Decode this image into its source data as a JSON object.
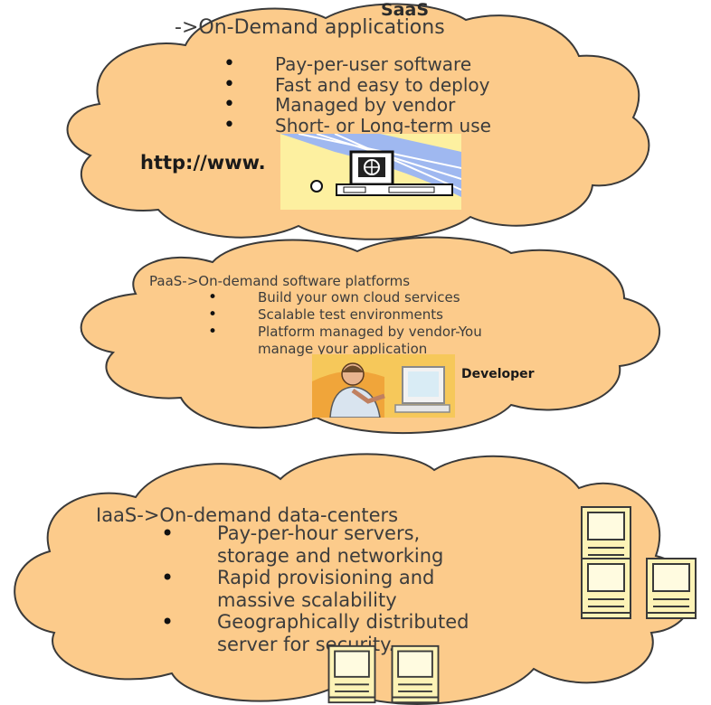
{
  "colors": {
    "cloud_fill": "#fccb8b",
    "cloud_stroke": "#3a3a3a",
    "text": "#3c3c3c",
    "computer_fill": "#fdf3b6"
  },
  "saas": {
    "title": "SaaS",
    "heading": "->On-Demand applications",
    "bullets": [
      "Pay-per-user software",
      "Fast and easy to deploy",
      "Managed by vendor",
      "Short- or Long-term use"
    ],
    "url_label": "http://www.",
    "clipart_icon": "web-computer-icon"
  },
  "paas": {
    "heading": "PaaS->On-demand software platforms",
    "bullets": [
      "Build your own cloud services",
      "Scalable test environments",
      "Platform managed by vendor-You",
      "manage your application"
    ],
    "developer_label": "Developer",
    "clipart_icon": "developer-icon"
  },
  "iaas": {
    "heading": "IaaS->On-demand data-centers",
    "bullets": [
      "Pay-per-hour servers,",
      "storage and networking",
      "Rapid provisioning and",
      "massive scalability",
      "Geographically distributed",
      "server for security."
    ],
    "clipart_icon": "server-computer-icon"
  }
}
